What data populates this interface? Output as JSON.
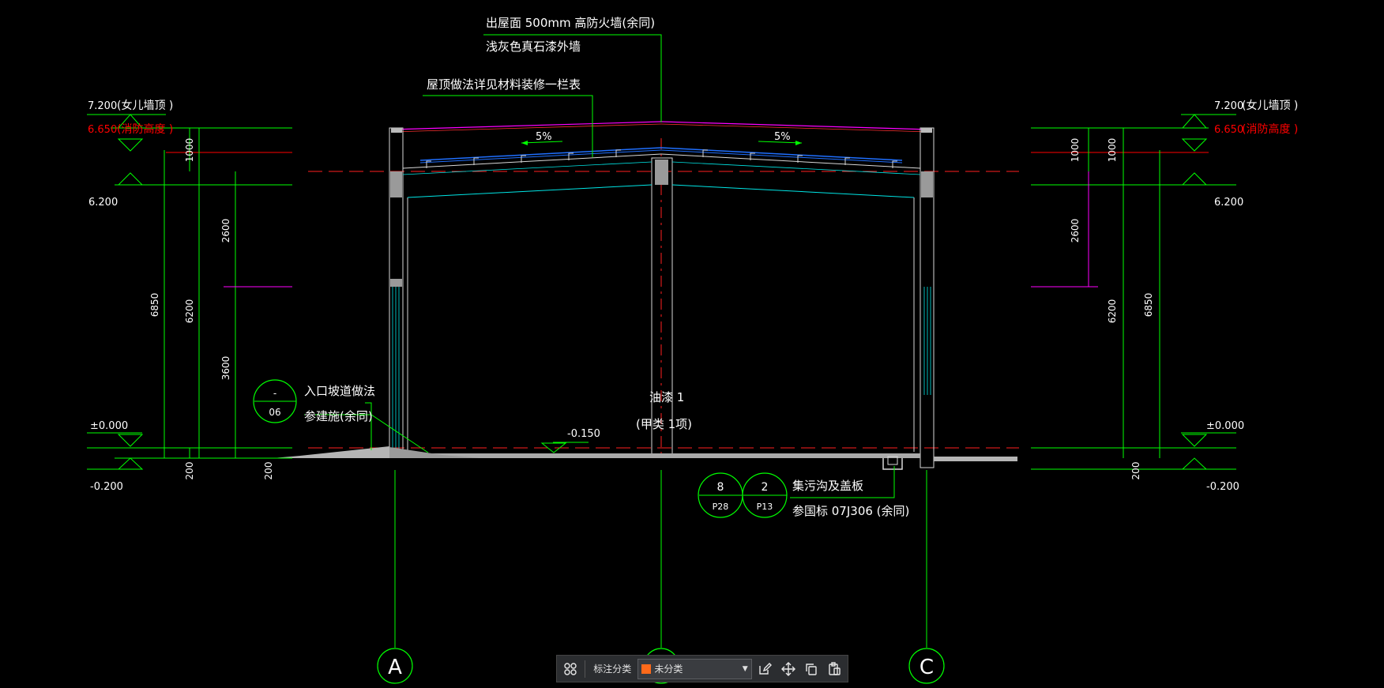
{
  "annotations": {
    "top_note_line1": "出屋面 500mm 高防火墙(余同)",
    "top_note_line2": "浅灰色真石漆外墙",
    "roof_note": "屋顶做法详见材料装修一栏表",
    "slope_left": "5%",
    "slope_right": "5%",
    "ramp_note_line1": "入口坡道做法",
    "ramp_note_line2": "参建施(余同)",
    "ramp_ref_top": "-",
    "ramp_ref_bottom": "06",
    "center_note_line1": "油漆 1",
    "center_note_line2": "(甲类 1项)",
    "level_floor_note": "-0.150",
    "trench_note_line1": "集污沟及盖板",
    "trench_note_line2": "参国标 07J306 (余同)",
    "trench_ref1_top": "8",
    "trench_ref1_bottom": "P28",
    "trench_ref2_top": "2",
    "trench_ref2_bottom": "P13"
  },
  "levels_left": {
    "parapet": "7.200",
    "parapet_label": "(女儿墙顶  )",
    "fire_height": "6.650",
    "fire_label": "(消防高度  )",
    "eave": "6.200",
    "ground": "±0.000",
    "outdoor": "-0.200"
  },
  "levels_right": {
    "parapet": "7.200",
    "parapet_label": "(女儿墙顶  )",
    "fire_height": "6.650",
    "fire_label": "(消防高度  )",
    "eave": "6.200",
    "ground": "±0.000",
    "outdoor": "-0.200"
  },
  "dimensions_left": {
    "d1000": "1000",
    "d6850": "6850",
    "d6200": "6200",
    "d2600": "2600",
    "d3600": "3600",
    "d200a": "200",
    "d200b": "200"
  },
  "dimensions_right": {
    "d1000a": "1000",
    "d1000b": "1000",
    "d2600": "2600",
    "d6200": "6200",
    "d6850": "6850",
    "d200": "200"
  },
  "axes": {
    "left": "A",
    "right": "C"
  },
  "toolbar": {
    "label": "标注分类",
    "category_value": "未分类",
    "category_color": "#ff6a1a",
    "icons": [
      "layout-grid-icon",
      "edit-icon",
      "move-icon",
      "copy-icon",
      "paste-icon"
    ]
  },
  "colors": {
    "background": "#000000",
    "dimension_green": "#00ff00",
    "level_red": "#ff0000",
    "axis_red_dashed": "#ff2020",
    "text_white": "#ffffff",
    "roof_blue": "#1f6fff",
    "cyan": "#00e5e5",
    "magenta": "#ff00ff"
  }
}
